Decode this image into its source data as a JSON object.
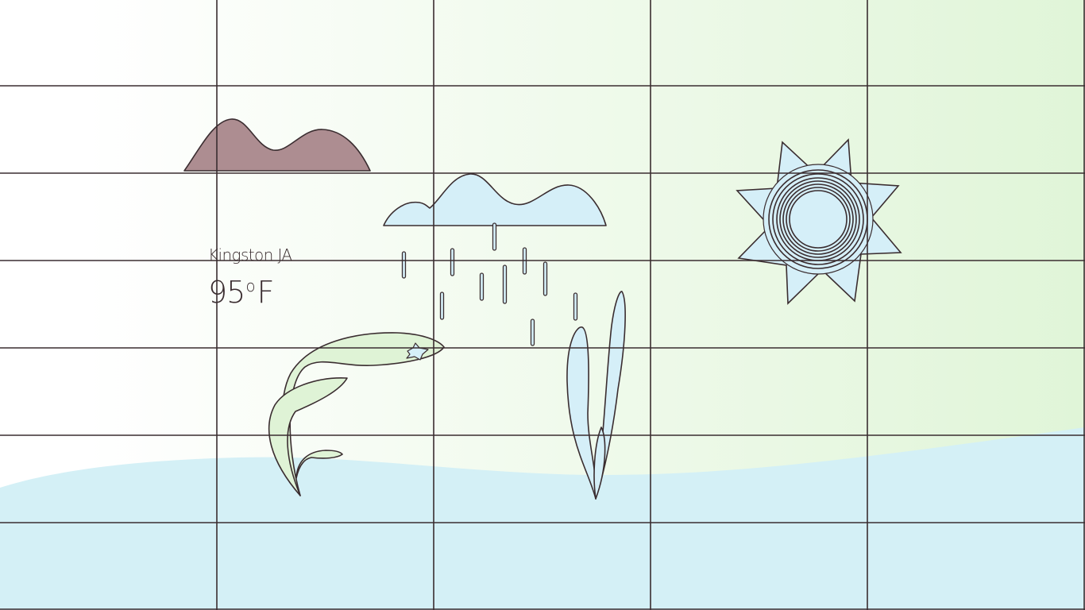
{
  "weather": {
    "city": "Kingston JA",
    "temperature": "95",
    "degree_symbol": "o",
    "unit": "F"
  },
  "colors": {
    "background_left": "#ffffff",
    "background_right": "#e0f5d8",
    "water": "#d4f0f6",
    "grid_line": "#3a2d30",
    "mountain": "#ad8d91",
    "cloud": "#d5eff8",
    "plant_leaf": "#dff3d6",
    "outline": "#3a2d30"
  },
  "icons": {
    "mountain": "mountain-icon",
    "cloud": "rain-cloud-icon",
    "sun": "sun-icon",
    "plant_left": "leafy-plant-icon",
    "plant_right": "reed-plant-icon"
  }
}
